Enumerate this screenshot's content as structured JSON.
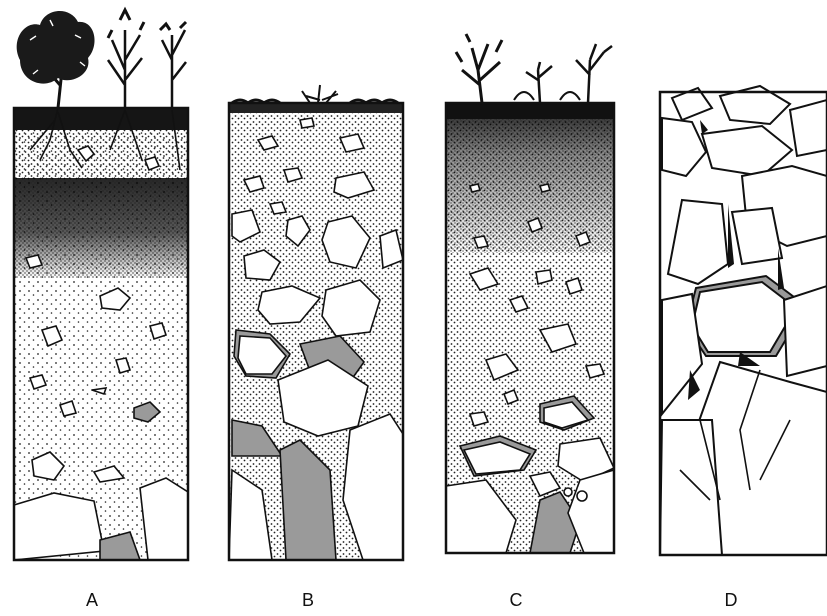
{
  "columns": [
    {
      "id": "A",
      "label": "A"
    },
    {
      "id": "B",
      "label": "B"
    },
    {
      "id": "C",
      "label": "C"
    },
    {
      "id": "D",
      "label": "D"
    }
  ],
  "colors": {
    "ink": "#111111",
    "dark_soil": "#1a1a1a",
    "mid_soil": "#555555",
    "rock_shade": "#9a9a9a",
    "paper": "#ffffff"
  }
}
